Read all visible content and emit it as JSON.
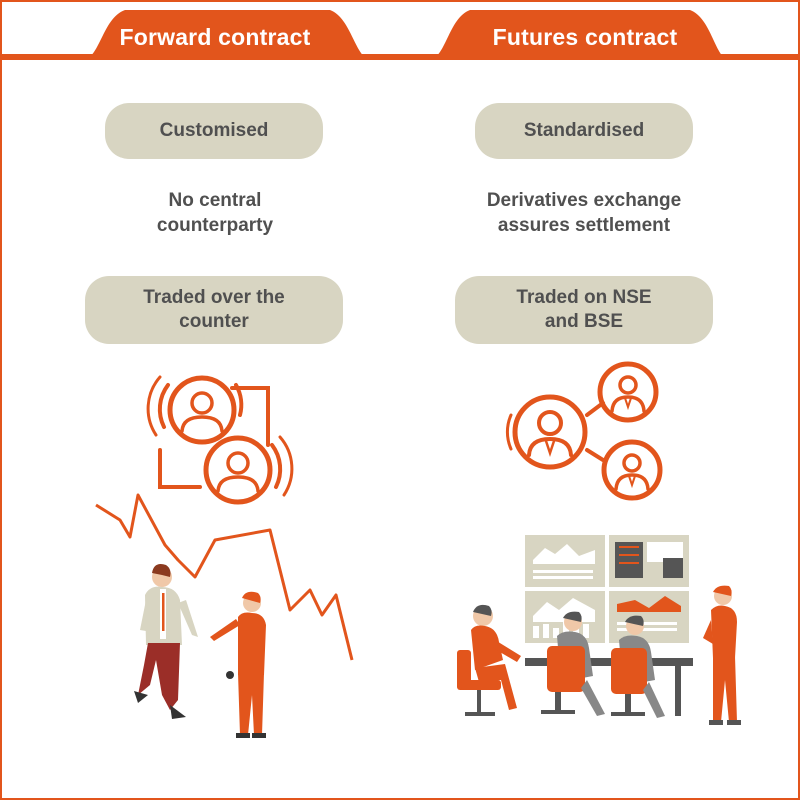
{
  "left": {
    "header": "Forward contract",
    "pill_1": "Customised",
    "text_1": "No central\ncounterparty",
    "pill_2": "Traded over the\ncounter"
  },
  "right": {
    "header": "Futures contract",
    "pill_1": "Standardised",
    "text_1": "Derivatives exchange\nassures settlement",
    "pill_2": "Traded on NSE\nand BSE"
  },
  "colors": {
    "accent": "#e2551c",
    "pill_bg": "#d8d5c2",
    "text": "#505050"
  }
}
